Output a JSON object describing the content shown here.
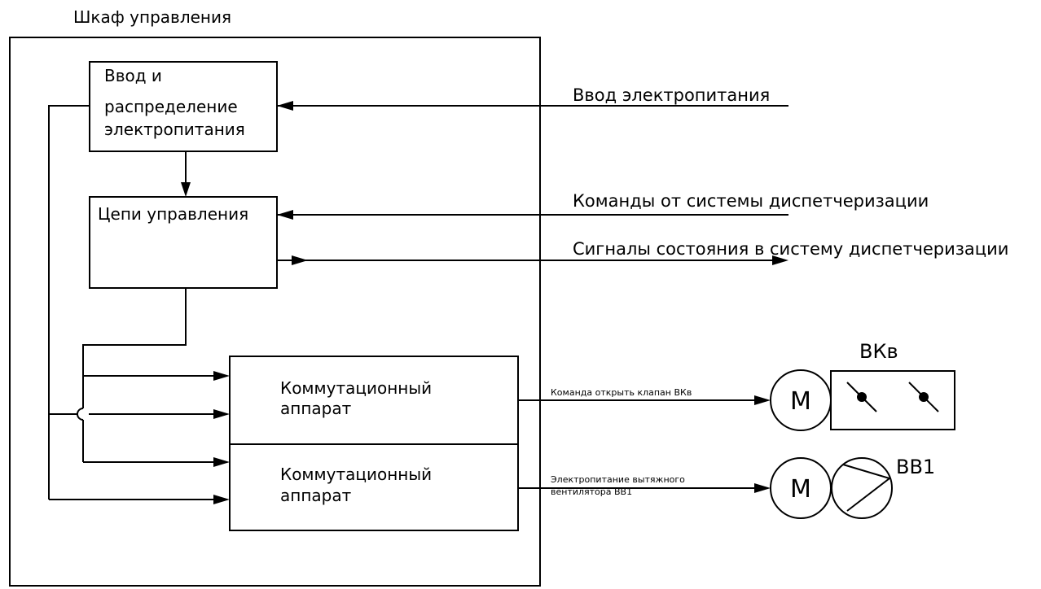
{
  "cabinet": {
    "title": "Шкаф управления"
  },
  "blocks": {
    "power_dist": {
      "line1": "Ввод и",
      "line2": "распределение",
      "line3": "электропитания"
    },
    "control": {
      "label": "Цепи управления"
    },
    "switch_1": {
      "line1": "Коммутационный",
      "line2": "аппарат"
    },
    "switch_2": {
      "line1": "Коммутационный",
      "line2": "аппарат"
    }
  },
  "external_lines": {
    "power_in": "Ввод электропитания",
    "commands_in": "Команды от системы диспетчеризации",
    "status_out": "Сигналы состояния в систему диспетчеризации"
  },
  "outputs": {
    "damper_cmd": "Команда открыть клапан ВКв",
    "fan_power_line1": "Электропитание вытяжного",
    "fan_power_line2": "вентилятора ВВ1"
  },
  "devices": {
    "damper": {
      "tag": "ВКв",
      "motor": "M"
    },
    "fan": {
      "tag": "ВВ1",
      "motor": "M"
    }
  }
}
